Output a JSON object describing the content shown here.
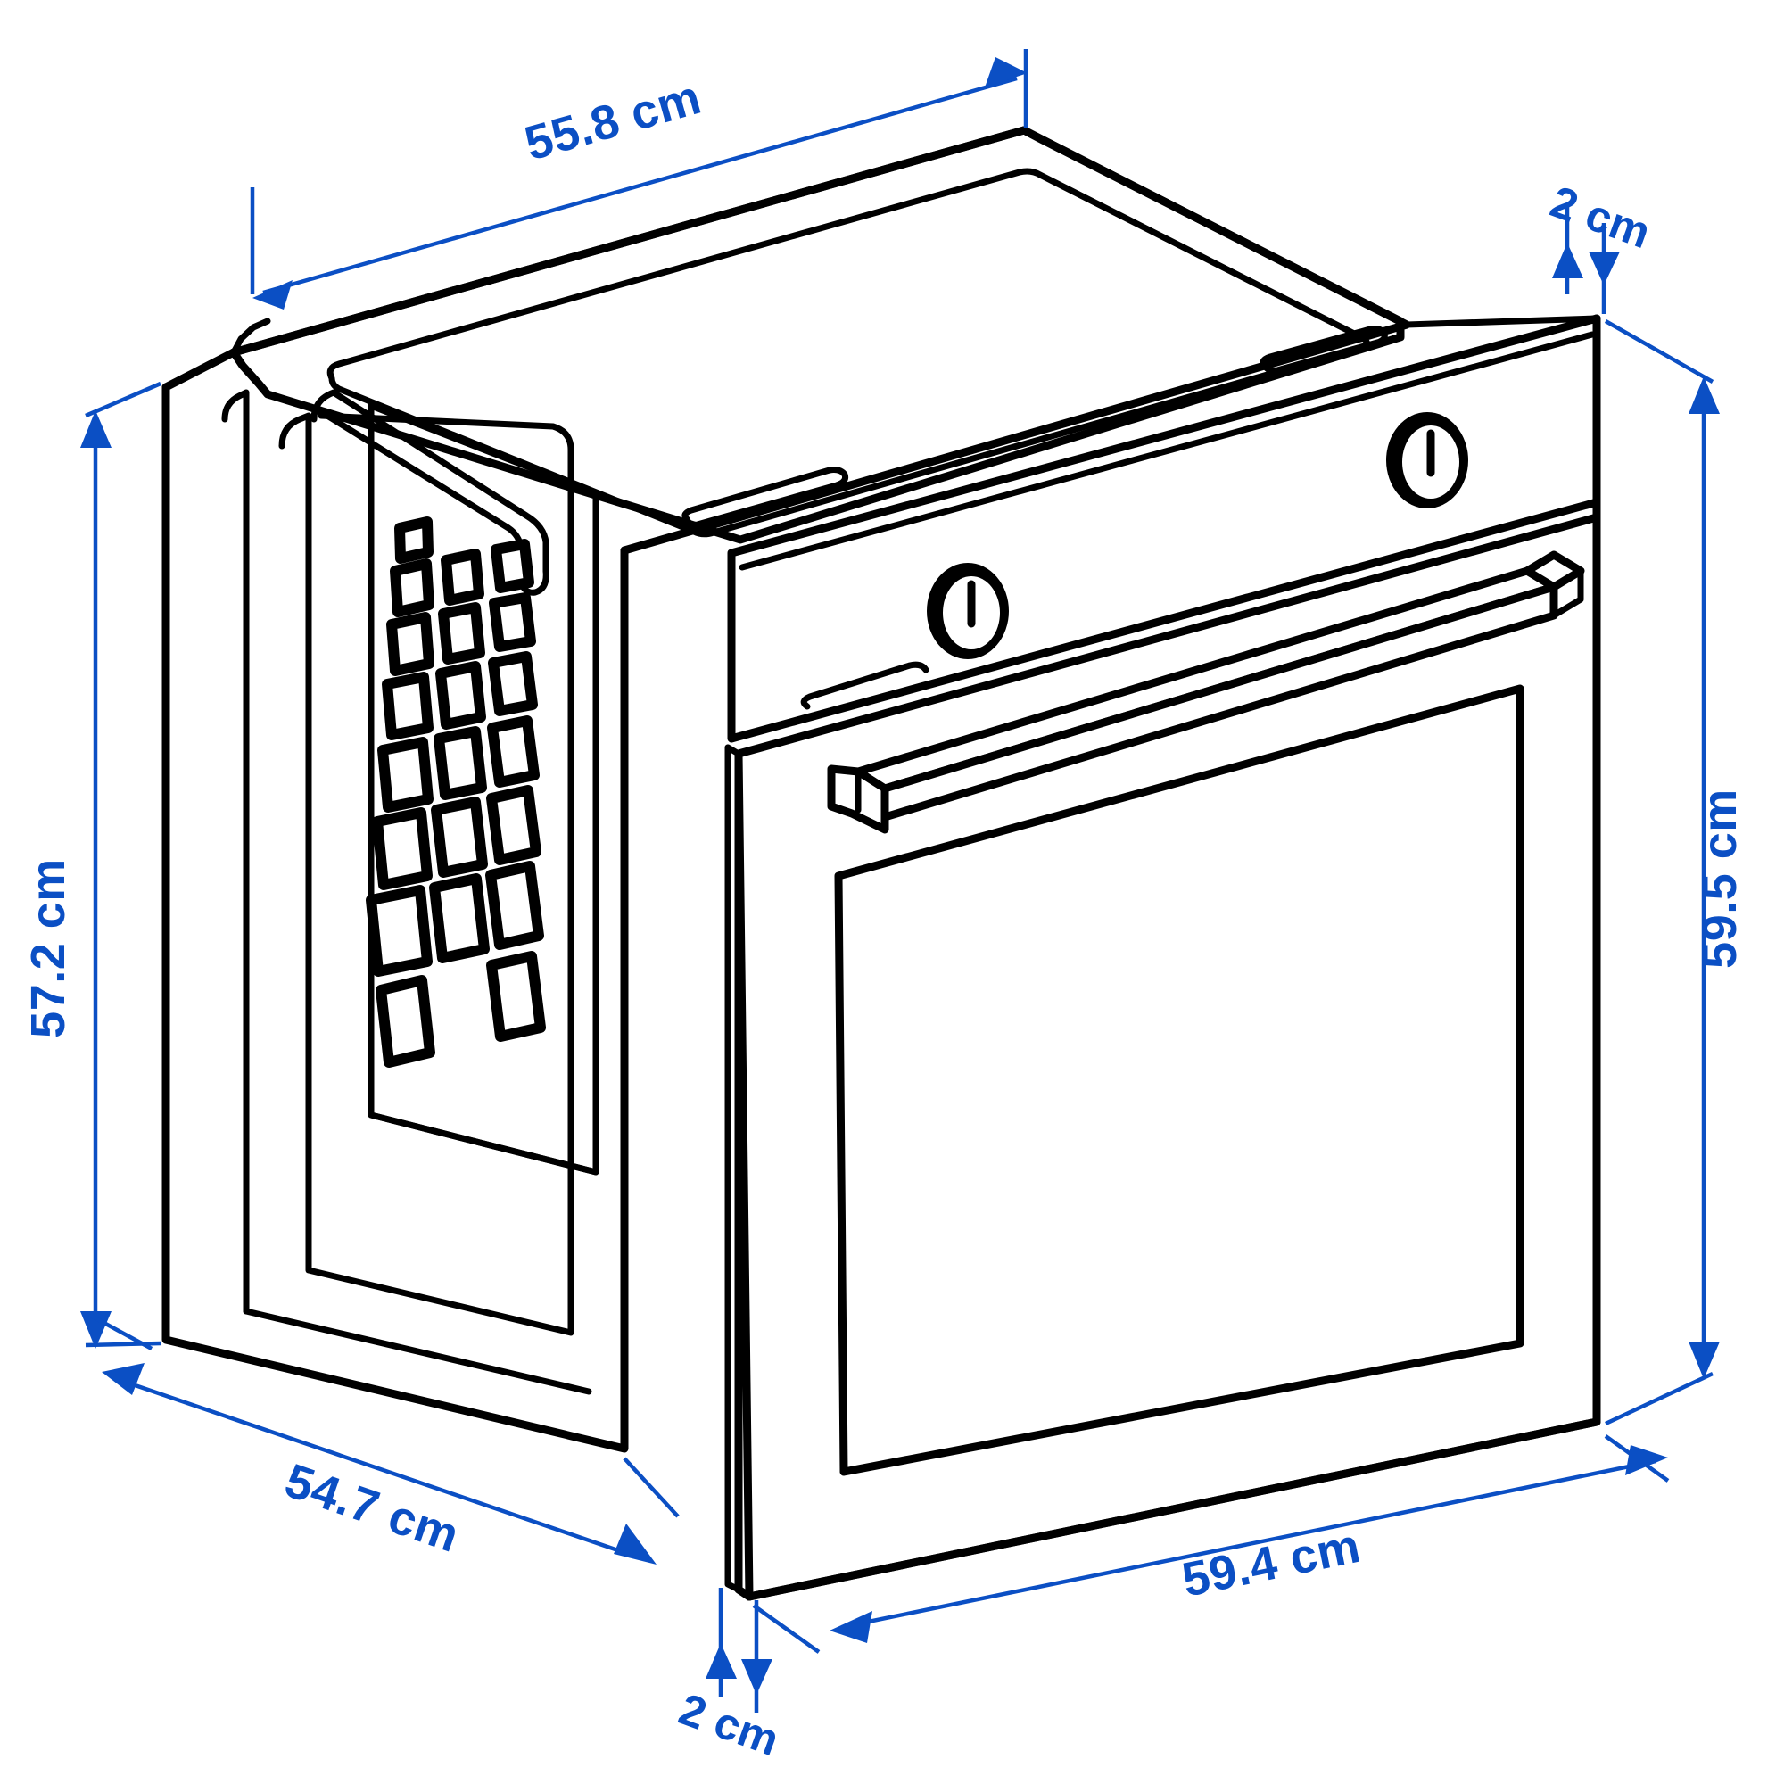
{
  "drawing": {
    "title": "Built-in oven dimension drawing",
    "subject": "built-in-oven",
    "projection": "isometric",
    "unit": "cm",
    "line_color": "#000000",
    "dimension_color": "#0B4FC4",
    "background_color": "#FFFFFF"
  },
  "dimensions": {
    "top_depth": {
      "label": "55.8 cm",
      "value": 55.8,
      "unit": "cm",
      "measures": "top-panel-depth",
      "position": "top-left-diagonal"
    },
    "top_right_gap": {
      "label": "2 cm",
      "value": 2,
      "unit": "cm",
      "measures": "top-right-offset",
      "position": "top-right"
    },
    "left_height": {
      "label": "57.2 cm",
      "value": 57.2,
      "unit": "cm",
      "measures": "body-height",
      "position": "left-vertical"
    },
    "right_height": {
      "label": "59.5 cm",
      "value": 59.5,
      "unit": "cm",
      "measures": "front-height",
      "position": "right-vertical"
    },
    "bottom_left_depth": {
      "label": "54.7 cm",
      "value": 54.7,
      "unit": "cm",
      "measures": "base-depth",
      "position": "bottom-left-diagonal"
    },
    "bottom_right_width": {
      "label": "59.4 cm",
      "value": 59.4,
      "unit": "cm",
      "measures": "front-width",
      "position": "bottom-right-diagonal"
    },
    "bottom_gap": {
      "label": "2 cm",
      "value": 2,
      "unit": "cm",
      "measures": "bottom-front-offset",
      "position": "bottom-center"
    }
  },
  "product_parts": {
    "top_panel": "oven-top-panel",
    "side_panel": "oven-side-panel",
    "side_vents": "side-ventilation-grille",
    "control_panel": "control-panel",
    "knob_left": "function-knob",
    "knob_right": "temperature-knob",
    "door": "oven-door",
    "door_window": "door-glass-window",
    "door_handle": "door-handle",
    "side_handle_profile": "side-handle-profile",
    "vent_slot_front": "front-vent-slot",
    "vent_slot_top": "top-vent-slot"
  },
  "vent_rows": [
    {
      "row": 1,
      "count": 1
    },
    {
      "row": 2,
      "count": 3
    },
    {
      "row": 3,
      "count": 3
    },
    {
      "row": 4,
      "count": 3
    },
    {
      "row": 5,
      "count": 3
    },
    {
      "row": 6,
      "count": 3
    },
    {
      "row": 7,
      "count": 2
    }
  ]
}
